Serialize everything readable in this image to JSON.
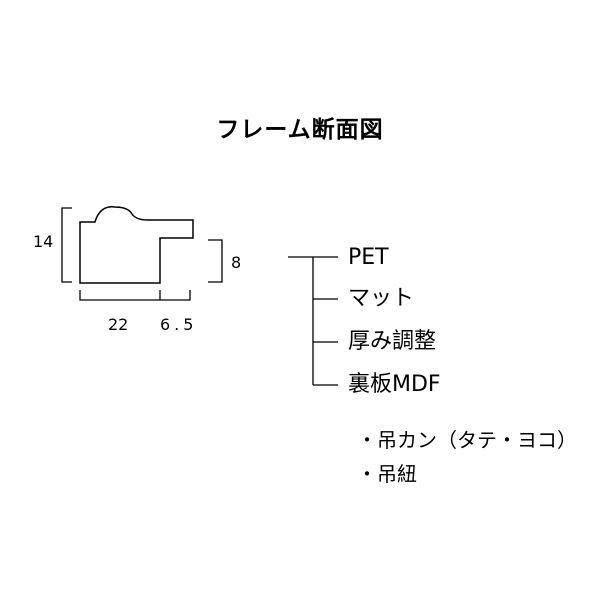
{
  "title": "フレーム断面図",
  "dimensions": {
    "height_total": "14",
    "height_step": "8",
    "width_main": "22",
    "width_step": "6.5"
  },
  "layers": [
    "PET",
    "マット",
    "厚み調整",
    "裏板MDF"
  ],
  "accessories": [
    "・吊カン（タテ・ヨコ）",
    "・吊紐"
  ]
}
